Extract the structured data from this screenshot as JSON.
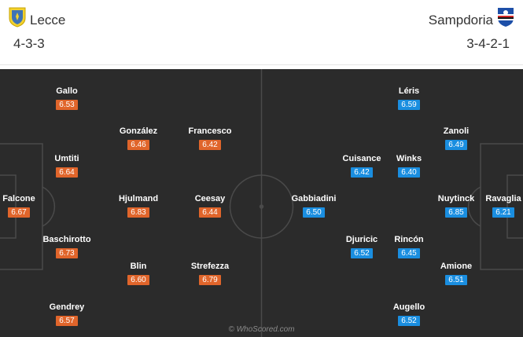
{
  "home": {
    "name": "Lecce",
    "formation": "4-3-3",
    "color": "#e0652b",
    "logo_icon": "lecce-crest-icon",
    "players": [
      {
        "name": "Gallo",
        "rating": "6.53"
      },
      {
        "name": "González",
        "rating": "6.46"
      },
      {
        "name": "Francesco",
        "rating": "6.42"
      },
      {
        "name": "Umtiti",
        "rating": "6.64"
      },
      {
        "name": "Falcone",
        "rating": "6.67"
      },
      {
        "name": "Hjulmand",
        "rating": "6.83"
      },
      {
        "name": "Ceesay",
        "rating": "6.44"
      },
      {
        "name": "Baschirotto",
        "rating": "6.73"
      },
      {
        "name": "Blin",
        "rating": "6.60"
      },
      {
        "name": "Strefezza",
        "rating": "6.79"
      },
      {
        "name": "Gendrey",
        "rating": "6.57"
      }
    ]
  },
  "away": {
    "name": "Sampdoria",
    "formation": "3-4-2-1",
    "color": "#1a8ee0",
    "logo_icon": "sampdoria-crest-icon",
    "players": [
      {
        "name": "Léris",
        "rating": "6.59"
      },
      {
        "name": "Zanoli",
        "rating": "6.49"
      },
      {
        "name": "Cuisance",
        "rating": "6.42"
      },
      {
        "name": "Winks",
        "rating": "6.40"
      },
      {
        "name": "Gabbiadini",
        "rating": "6.50"
      },
      {
        "name": "Nuytinck",
        "rating": "6.85"
      },
      {
        "name": "Ravaglia",
        "rating": "6.21"
      },
      {
        "name": "Djuricic",
        "rating": "6.52"
      },
      {
        "name": "Rincón",
        "rating": "6.45"
      },
      {
        "name": "Amione",
        "rating": "6.51"
      },
      {
        "name": "Augello",
        "rating": "6.52"
      }
    ]
  },
  "watermark": "© WhoScored.com",
  "pitch_color": "#2b2b2b"
}
